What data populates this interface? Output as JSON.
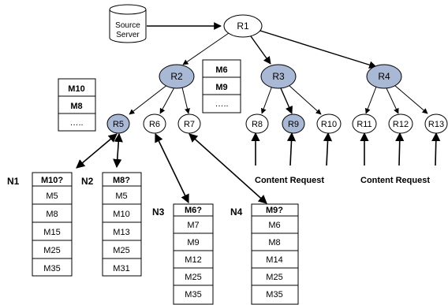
{
  "source": {
    "line1": "Source",
    "line2": "Server"
  },
  "routers": {
    "R1": "R1",
    "R2": "R2",
    "R3": "R3",
    "R4": "R4",
    "R5": "R5",
    "R6": "R6",
    "R7": "R7",
    "R8": "R8",
    "R9": "R9",
    "R10": "R10",
    "R11": "R11",
    "R12": "R12",
    "R13": "R13"
  },
  "colors": {
    "cached_fill": "#a9b8d4",
    "plain_fill": "#ffffff",
    "stroke": "#000000"
  },
  "cache_r2": [
    "M10",
    "M8",
    "….."
  ],
  "cache_r3": [
    "M6",
    "M9",
    "….."
  ],
  "content_request": "Content Request",
  "nodes": [
    {
      "label": "N1",
      "header": "M10?",
      "items": [
        "M5",
        "M8",
        "M15",
        "M25",
        "M35"
      ]
    },
    {
      "label": "N2",
      "header": "M8?",
      "items": [
        "M5",
        "M10",
        "M13",
        "M25",
        "M31"
      ]
    },
    {
      "label": "N3",
      "header": "M6?",
      "items": [
        "M7",
        "M9",
        "M12",
        "M25",
        "M35"
      ]
    },
    {
      "label": "N4",
      "header": "M9?",
      "items": [
        "M6",
        "M8",
        "M14",
        "M25",
        "M35"
      ]
    }
  ]
}
